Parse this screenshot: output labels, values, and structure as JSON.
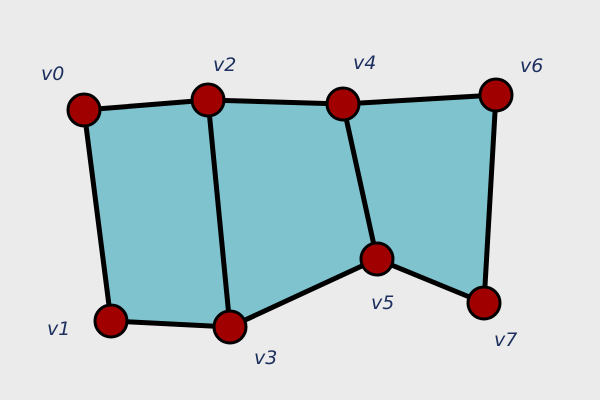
{
  "colors": {
    "background": "#ebebeb",
    "face_fill": "#7fc3cf",
    "edge": "#000000",
    "vertex_fill": "#a00000",
    "label": "#1c2f5e"
  },
  "vertices": [
    {
      "id": "v0",
      "label": "v0"
    },
    {
      "id": "v1",
      "label": "v1"
    },
    {
      "id": "v2",
      "label": "v2"
    },
    {
      "id": "v3",
      "label": "v3"
    },
    {
      "id": "v4",
      "label": "v4"
    },
    {
      "id": "v5",
      "label": "v5"
    },
    {
      "id": "v6",
      "label": "v6"
    },
    {
      "id": "v7",
      "label": "v7"
    }
  ],
  "edges": [
    [
      "v0",
      "v2"
    ],
    [
      "v2",
      "v4"
    ],
    [
      "v4",
      "v6"
    ],
    [
      "v0",
      "v1"
    ],
    [
      "v2",
      "v3"
    ],
    [
      "v4",
      "v5"
    ],
    [
      "v6",
      "v7"
    ],
    [
      "v1",
      "v3"
    ],
    [
      "v3",
      "v5"
    ],
    [
      "v5",
      "v7"
    ]
  ],
  "faces": [
    [
      "v0",
      "v2",
      "v3",
      "v1"
    ],
    [
      "v2",
      "v4",
      "v5",
      "v3"
    ],
    [
      "v4",
      "v6",
      "v7",
      "v5"
    ]
  ]
}
